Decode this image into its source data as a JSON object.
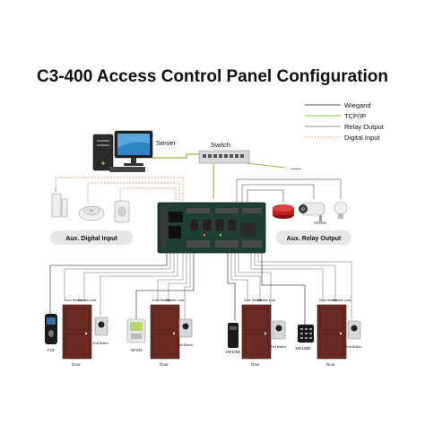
{
  "title": "C3-400 Access Control Panel Configuration",
  "legend": [
    {
      "label": "Wiegand",
      "color": "#555555",
      "style": "solid"
    },
    {
      "label": "TCP/IP",
      "color": "#8fbf3f",
      "style": "solid"
    },
    {
      "label": "Relay Output",
      "color": "#9a9a9a",
      "style": "solid"
    },
    {
      "label": "Digital Input",
      "color": "#d8a08a",
      "style": "dashed"
    }
  ],
  "nodes": {
    "server": "Server",
    "switch": "Switch",
    "aux_input": "Aux. Digital Input",
    "aux_relay": "Aux. Relay Output",
    "dots": "......"
  },
  "door_labels": {
    "door_sensor": "Door Sensor",
    "electric_lock": "Electric Lock",
    "exit_button": "Exit Button",
    "door": "Door"
  },
  "readers": [
    "F18",
    "SF101",
    "KR100E",
    "KR160E"
  ],
  "colors": {
    "door": "#6b2a22",
    "board": "#1f3f33",
    "tcp": "#8fbf3f",
    "wiegand": "#555555",
    "relay": "#9a9a9a",
    "input": "#d8a08a"
  }
}
